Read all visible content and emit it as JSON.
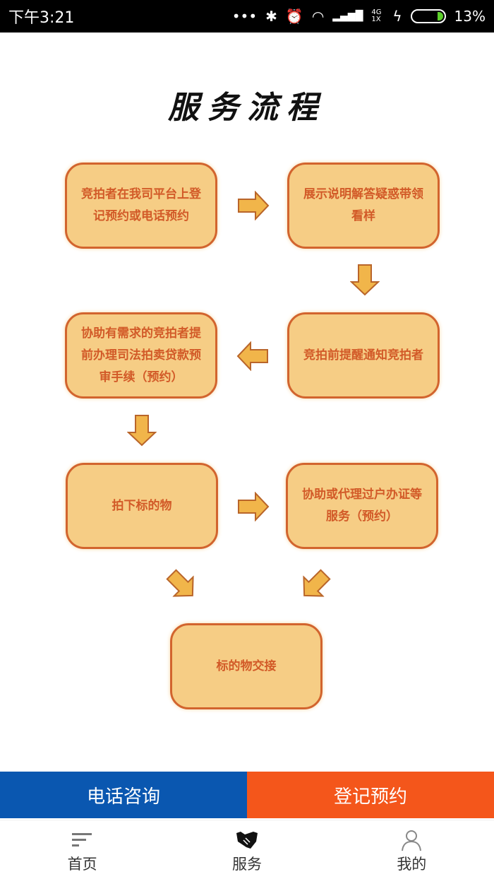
{
  "status_bar": {
    "time": "下午3:21",
    "network": "4G 1X",
    "battery": "13%"
  },
  "page": {
    "title": "服务流程"
  },
  "steps": [
    "竞拍者在我司平台上登记预约或电话预约",
    "展示说明解答疑惑带领看样",
    "竞拍前提醒通知竞拍者",
    "协助有需求的竞拍者提前办理司法拍卖贷款预审手续（预约）",
    "拍下标的物",
    "协助或代理过户办证等服务（预约）",
    "标的物交接"
  ],
  "actions": {
    "call": "电话咨询",
    "register": "登记预约",
    "call_color": "#0a57b0",
    "register_color": "#f4561b"
  },
  "nav": [
    {
      "label": "首页",
      "icon": "menu-icon"
    },
    {
      "label": "服务",
      "icon": "handshake-icon"
    },
    {
      "label": "我的",
      "icon": "user-icon"
    }
  ]
}
